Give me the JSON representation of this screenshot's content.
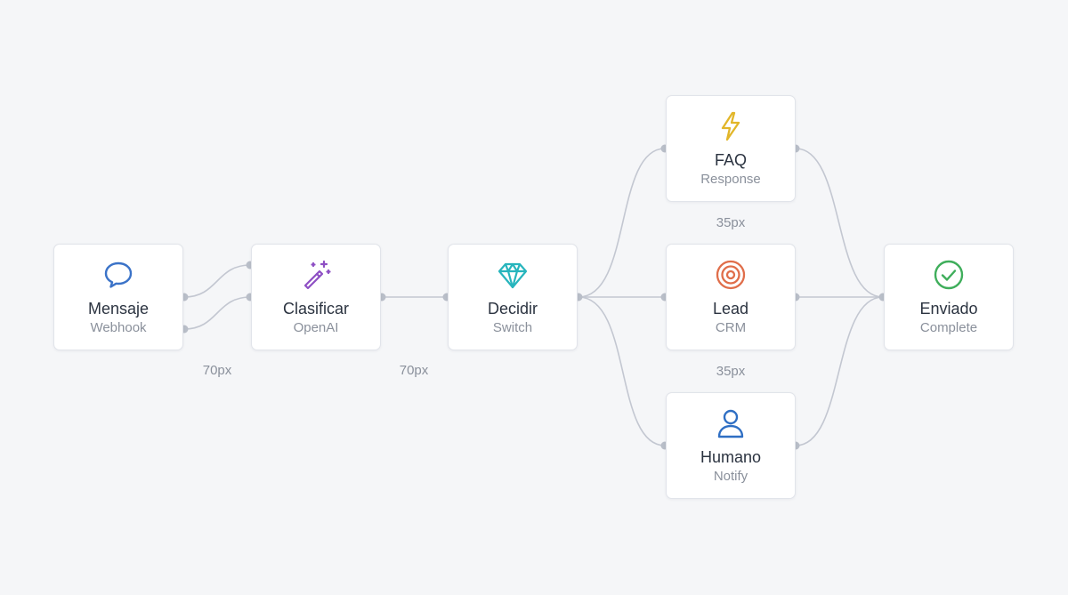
{
  "nodes": {
    "mensaje": {
      "title": "Mensaje",
      "subtitle": "Webhook",
      "icon": "chat-bubble-icon",
      "color": "#3b73c8"
    },
    "clasificar": {
      "title": "Clasificar",
      "subtitle": "OpenAI",
      "icon": "magic-wand-icon",
      "color": "#8e4fc4"
    },
    "decidir": {
      "title": "Decidir",
      "subtitle": "Switch",
      "icon": "diamond-icon",
      "color": "#27b5bd"
    },
    "faq": {
      "title": "FAQ",
      "subtitle": "Response",
      "icon": "lightning-icon",
      "color": "#e2b629"
    },
    "lead": {
      "title": "Lead",
      "subtitle": "CRM",
      "icon": "target-icon",
      "color": "#e06e4a"
    },
    "humano": {
      "title": "Humano",
      "subtitle": "Notify",
      "icon": "user-icon",
      "color": "#2f6fc4"
    },
    "enviado": {
      "title": "Enviado",
      "subtitle": "Complete",
      "icon": "check-circle-icon",
      "color": "#3fae5b"
    }
  },
  "gap_labels": {
    "g1": "70px",
    "g2": "70px",
    "g3": "35px",
    "g4": "35px"
  },
  "colors": {
    "edge": "#c3c7d1",
    "port": "#b9bec8",
    "background": "#f5f6f8"
  }
}
